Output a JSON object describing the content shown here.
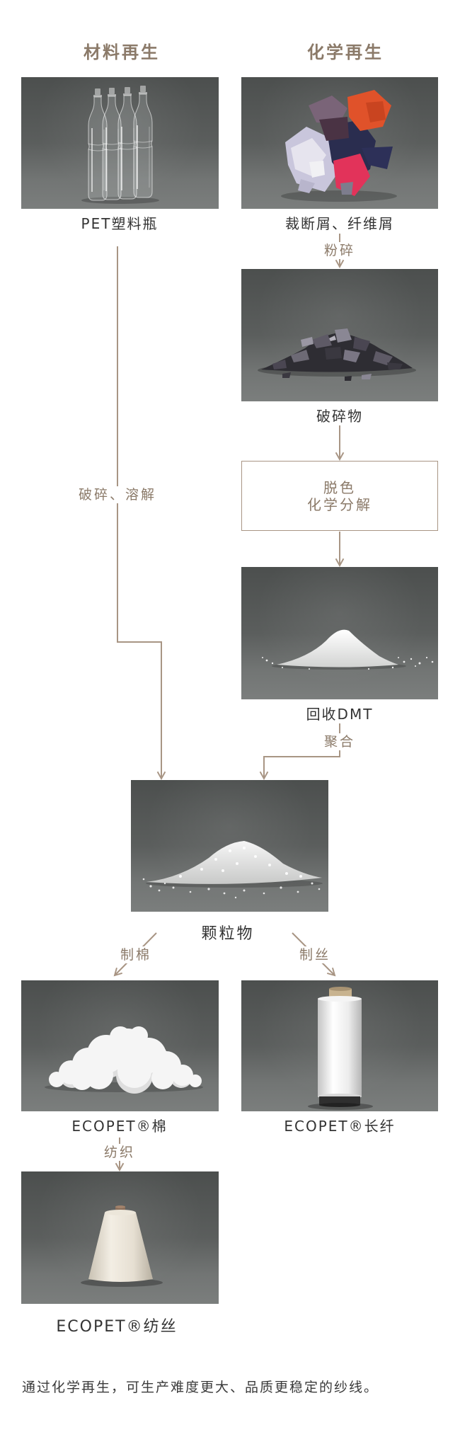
{
  "headers": {
    "material_recycling": "材料再生",
    "chemical_recycling": "化学再生"
  },
  "material_recycling": {
    "source_label": "PET塑料瓶",
    "process_label": "破碎、溶解"
  },
  "chemical_recycling": {
    "source_label": "裁断屑、纤维屑",
    "crush_step": "粉碎",
    "crushed_label": "破碎物",
    "process_box": {
      "line1": "脱色",
      "line2": "化学分解"
    },
    "dmt_label": "回收DMT",
    "polymerize_step": "聚合"
  },
  "granules": {
    "label": "颗粒物",
    "to_cotton_step": "制棉",
    "to_filament_step": "制丝"
  },
  "products": {
    "cotton_label": "ECOPET®棉",
    "filament_label": "ECOPET®长纤",
    "spinning_step": "纺织",
    "spun_yarn_label": "ECOPET®纺丝"
  },
  "footnote": "通过化学再生，可生产难度更大、品质更稳定的纱线。",
  "photos": {
    "pet_bottles": "pet-bottles-photo",
    "fabric_scraps": "fabric-scraps-photo",
    "crushed_material": "crushed-material-photo",
    "recycled_dmt": "recycled-dmt-photo",
    "granules": "granules-photo",
    "ecopet_cotton": "ecopet-cotton-photo",
    "ecopet_filament": "ecopet-filament-spool-photo",
    "ecopet_spun_yarn": "ecopet-spun-yarn-cone-photo"
  },
  "colors": {
    "accent": "#a89584",
    "header": "#8b7a69",
    "text": "#333333",
    "photo_background": "#5c5f5e"
  }
}
